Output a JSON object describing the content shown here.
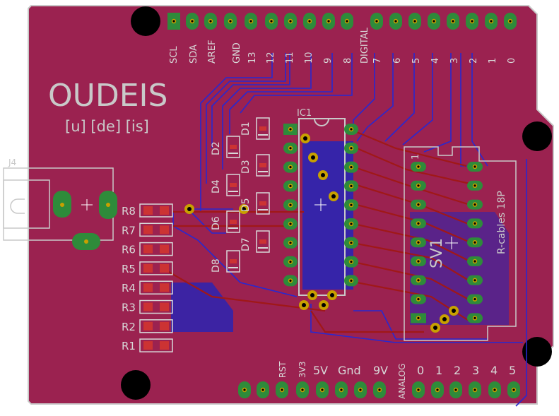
{
  "board": {
    "title": "OUDEIS",
    "subtitle": "[u] [de] [is]",
    "colors": {
      "board": "#9b2250",
      "edge": "#000000",
      "outline": "#c9c9c9",
      "trace_top": "#a01818",
      "trace_bottom": "#2828d0",
      "pad": "#2e8b3a",
      "pad_ring": "#c8a000",
      "silk": "#d8d8d8",
      "hole": "#000000"
    }
  },
  "header_top": {
    "labels": [
      "SCL",
      "SDA",
      "AREF",
      "GND",
      "13",
      "12",
      "11",
      "10",
      "9",
      "8",
      "DIGITAL",
      "7",
      "6",
      "5",
      "4",
      "3",
      "2",
      "1",
      "0"
    ]
  },
  "header_bottom": {
    "labels": [
      "RST",
      "3V3",
      "5V",
      "Gnd",
      "9V",
      "ANALOG",
      "0",
      "1",
      "2",
      "3",
      "4",
      "5"
    ]
  },
  "components": {
    "ic": "IC1",
    "connector": "SV1",
    "connector_value": "R-cables 18P",
    "connector_pin1": "1",
    "jack": "J4",
    "diodes": [
      "D1",
      "D2",
      "D3",
      "D4",
      "D5",
      "D6",
      "D7",
      "D8"
    ],
    "resistors": [
      "R8",
      "R7",
      "R6",
      "R5",
      "R4",
      "R3",
      "R2",
      "R1"
    ]
  }
}
